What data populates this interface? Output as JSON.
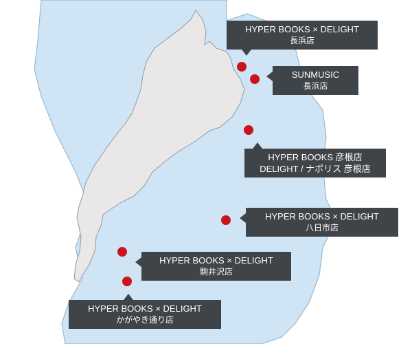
{
  "map": {
    "colors": {
      "land": "#cfe5f5",
      "land_border": "#98b8cf",
      "lake": "#e9e7e8",
      "lake_border": "#8f9aa2",
      "marker": "#c9141e",
      "callout_bg": "#3f4449",
      "callout_text": "#ffffff"
    },
    "stores": [
      {
        "id": "nagahama-hyper",
        "line1": "HYPER BOOKS × DELIGHT",
        "line2": "長浜店"
      },
      {
        "id": "nagahama-sunmusic",
        "line1": "SUNMUSIC",
        "line2": "長浜店"
      },
      {
        "id": "hikone",
        "line1": "HYPER BOOKS 彦根店",
        "line2": "DELIGHT / ナポリス 彦根店"
      },
      {
        "id": "yokaichi",
        "line1": "HYPER BOOKS × DELIGHT",
        "line2": "八日市店"
      },
      {
        "id": "komaizawa",
        "line1": "HYPER BOOKS × DELIGHT",
        "line2": "駒井沢店"
      },
      {
        "id": "kagayaki",
        "line1": "HYPER BOOKS × DELIGHT",
        "line2": "かがやき通り店"
      }
    ]
  }
}
